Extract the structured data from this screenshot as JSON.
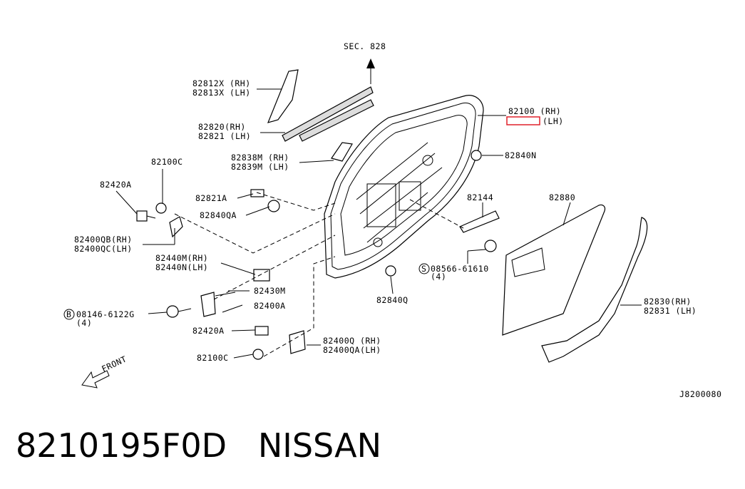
{
  "section_ref": "SEC. 828",
  "front_label": "FRONT",
  "diagram_code": "J8200080",
  "caption": "8210195F0D   NISSAN",
  "highlight_color": "#e0202a",
  "labels": {
    "l82812x": "82812X (RH)",
    "l82813x": "82813X (LH)",
    "l82820": "82820(RH)",
    "l82821": "82821 (LH)",
    "l82838m": "82838M (RH)",
    "l82839m": "82839M (LH)",
    "l82100c_top": "82100C",
    "l82420a_top": "82420A",
    "l82821a": "82821A",
    "l82840qa": "82840QA",
    "l82400qb": "82400QB(RH)",
    "l82400qc": "82400QC(LH)",
    "l82440m": "82440M(RH)",
    "l82440n": "82440N(LH)",
    "l82430m": "82430M",
    "l08146": "08146-6122G",
    "l08146_qty": "(4)",
    "l82400a": "82400A",
    "l82420a_bot": "82420A",
    "l82100c_bot": "82100C",
    "l82400q": "82400Q (RH)",
    "l82400qa": "82400QA(LH)",
    "l82840q": "82840Q",
    "l82100": "82100 (RH)",
    "l82101": "(LH)",
    "l82840n": "82840N",
    "l82144": "82144",
    "l82880": "82880",
    "l08566": "08566-61610",
    "l08566_qty": "(4)",
    "l82830": "82830(RH)",
    "l82831": "82831 (LH)",
    "b_marker": "B",
    "s_marker": "S"
  }
}
